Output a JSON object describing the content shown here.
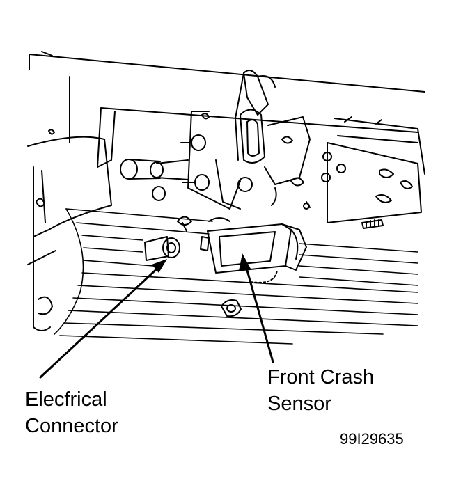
{
  "callouts": {
    "electrical_connector": {
      "line1": "Elecfrical",
      "line2": "Connector"
    },
    "front_crash_sensor": {
      "line1": "Front Crash",
      "line2": "Sensor"
    }
  },
  "figure_code": "99I29635",
  "colors": {
    "ink": "#000000",
    "paper": "#ffffff"
  }
}
